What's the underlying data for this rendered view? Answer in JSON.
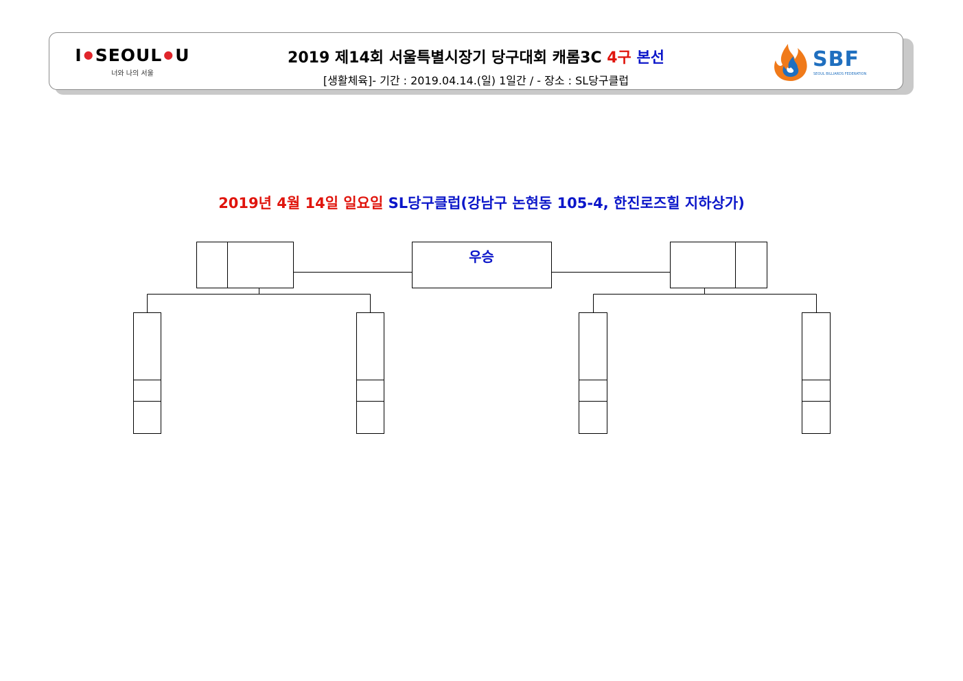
{
  "header": {
    "logo_left_main_1": "I",
    "logo_left_main_2": "SEOUL",
    "logo_left_main_3": "U",
    "logo_left_sub": "너와 나의 서울",
    "title_main": "2019  제14회  서울특별시장기  당구대회  캐롬3C ",
    "title_red": "4구",
    "title_blue": " 본선",
    "subtitle": "[생활체육]-  기간  :  2019.04.14.(일)  1일간  /  -  장소  :  SL당구클럽",
    "logo_right_text": "SBF",
    "logo_right_sub": "SEOUL BILLIARDS FEDERATION"
  },
  "event": {
    "date_text": "2019년  4월  14일  일요일 ",
    "venue_text": " SL당구클럽(강남구  논현동  105-4,  한진로즈힐  지하상가)"
  },
  "bracket": {
    "winner_label": "우승"
  },
  "colors": {
    "accent_red": "#e0140c",
    "accent_blue": "#0b16c9",
    "sbf_blue": "#1f6fbf",
    "sbf_orange": "#f07a1a"
  }
}
